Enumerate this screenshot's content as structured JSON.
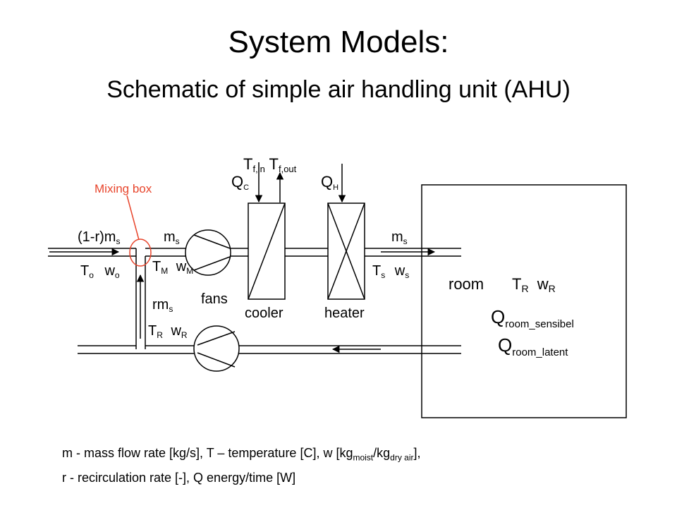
{
  "header": {
    "title": "System Models:",
    "subtitle": "Schematic of simple air handling unit (AHU)"
  },
  "colors": {
    "annotation": "#e8452c",
    "line": "#000000"
  },
  "diagram": {
    "mixing_box_label": "Mixing box",
    "inlet_flow": {
      "coef": "(1-r)m",
      "sub": "s"
    },
    "inlet_state": {
      "T": "T",
      "T_sub": "o",
      "w": "w",
      "w_sub": "o"
    },
    "mixed_flow": {
      "m": "m",
      "m_sub": "s"
    },
    "mixed_state": {
      "T": "T",
      "T_sub": "M",
      "w": "w",
      "w_sub": "M"
    },
    "recirc_flow": {
      "rm": "rm",
      "rm_sub": "s"
    },
    "return_state": {
      "T": "T",
      "T_sub": "R",
      "w": "w",
      "w_sub": "R"
    },
    "fans_label": "fans",
    "cooler": {
      "label": "cooler",
      "Q": "Q",
      "Q_sub": "C",
      "Tf_in": "T",
      "Tf_in_sub": "f,in",
      "Tf_out": "T",
      "Tf_out_sub": "f,out"
    },
    "heater": {
      "label": "heater",
      "Q": "Q",
      "Q_sub": "H"
    },
    "supply_flow": {
      "m": "m",
      "m_sub": "s"
    },
    "supply_state": {
      "T": "T",
      "T_sub": "s",
      "w": "w",
      "w_sub": "s"
    },
    "room": {
      "label": "room",
      "T": "T",
      "T_sub": "R",
      "w": "w",
      "w_sub": "R",
      "Q_sensible": "Q",
      "Q_sensible_sub": "room_sensibel",
      "Q_latent": "Q",
      "Q_latent_sub": "room_latent"
    }
  },
  "legend": {
    "line1_a": "m - mass flow rate [kg/s], T – temperature [C], w [kg",
    "line1_sub1": "moist",
    "line1_b": "/kg",
    "line1_sub2": "dry air",
    "line1_c": "],",
    "line2": "r - recirculation rate [-], Q energy/time [W]"
  }
}
